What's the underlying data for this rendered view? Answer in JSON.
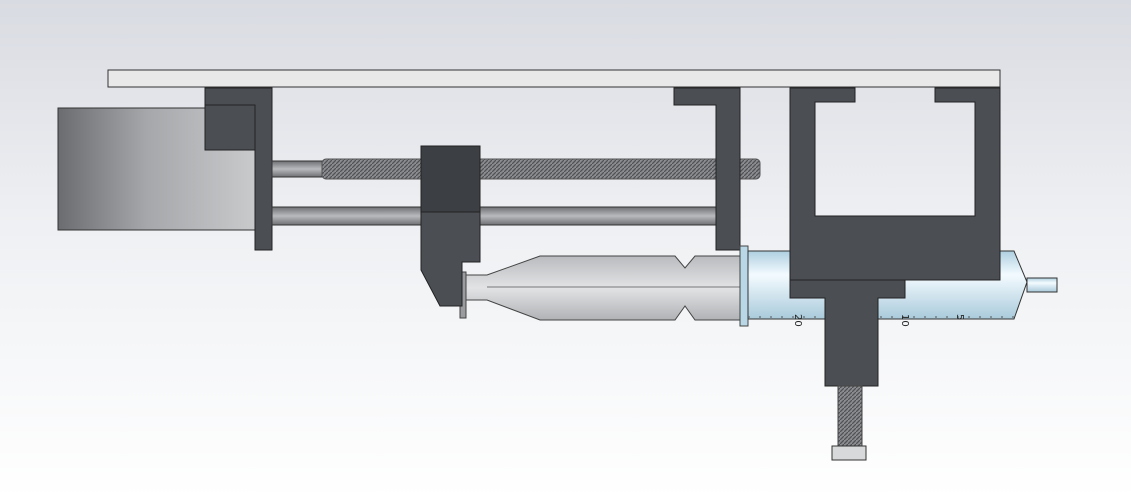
{
  "syringe": {
    "scale_marks": [
      "20",
      "10",
      "5"
    ]
  },
  "colors": {
    "bracket": "#4b4f54",
    "carriage": "#3c3f43",
    "plate": "#e9e9ea",
    "barrel": "#cfe6f2",
    "rod": "#8e9094"
  }
}
